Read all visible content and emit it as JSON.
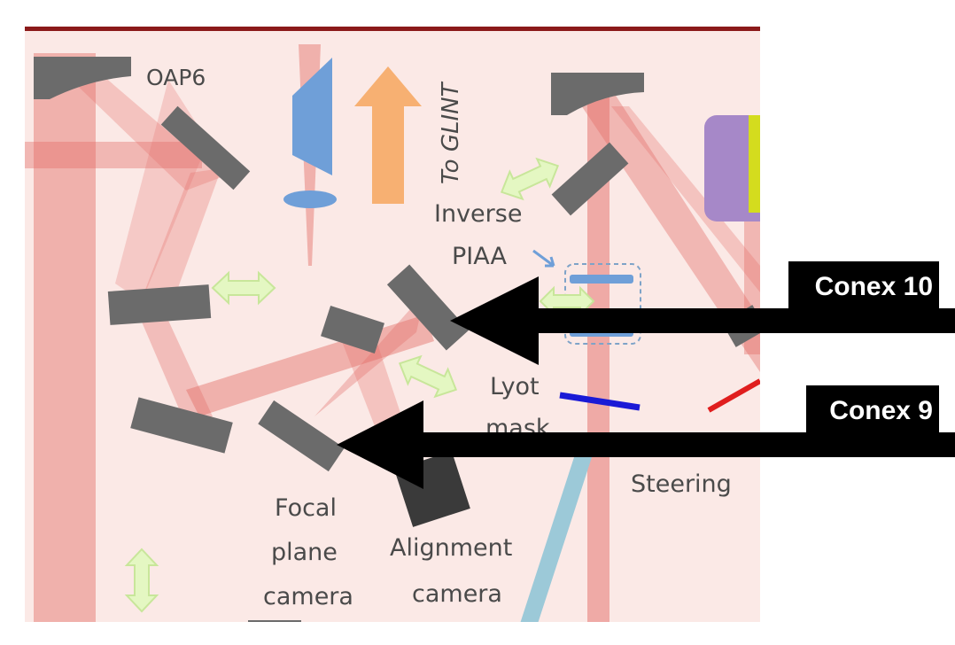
{
  "labels": {
    "oap6": "OAP6",
    "to_glint": "To GLINT",
    "inverse": "Inverse",
    "piaa": "PIAA",
    "lyot": "Lyot",
    "mask": "mask",
    "steering": "Steering",
    "focal": "Focal",
    "plane": "plane",
    "camera_focal": "camera",
    "alignment": "Alignment",
    "camera_alignment": "camera"
  },
  "callouts": {
    "conex10": "Conex 10",
    "conex9": "Conex 9"
  },
  "colors": {
    "background": "#fbe9e6",
    "beam": "#e36c66",
    "mirror": "#6b6b6b",
    "arrow_green": "#e4f7c2",
    "arrow_orange": "#f7b072",
    "lens_blue": "#6f9fd8",
    "box_purple": "#a688c8",
    "callout": "#000000",
    "lyot_blue": "#1a1ad6",
    "steering_red": "#e01e1e",
    "top_border": "#8b1a1a"
  }
}
